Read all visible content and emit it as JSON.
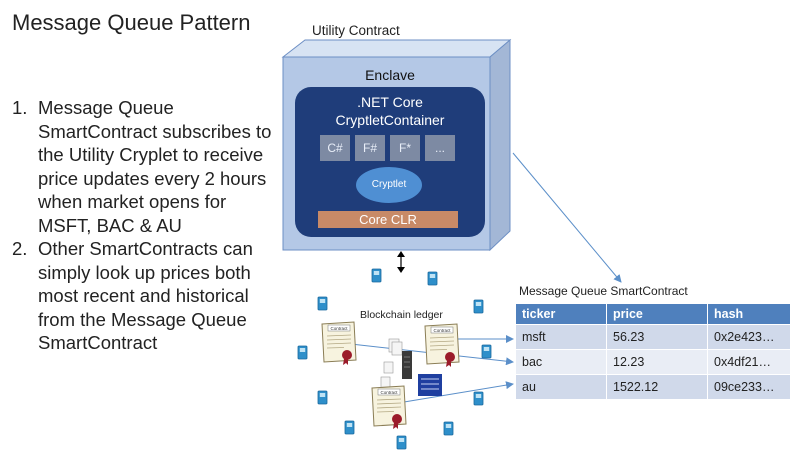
{
  "title": "Message Queue Pattern",
  "steps": [
    {
      "num": "1.",
      "text": "Message Queue SmartContract subscribes to the Utility Cryplet to receive price updates every 2 hours when market opens for MSFT, BAC & AU"
    },
    {
      "num": "2.",
      "text": "Other SmartContracts can simply look up prices both most recent and historical from the Message Queue SmartContract"
    }
  ],
  "utility_contract": {
    "label": "Utility Contract",
    "enclave_label": "Enclave",
    "container_line1": ".NET Core",
    "container_line2": "CryptletContainer",
    "languages": [
      "C#",
      "F#",
      "F*",
      "..."
    ],
    "cryptlet_label": "Cryptlet",
    "core_clr_label": "Core CLR"
  },
  "ledger": {
    "label": "Blockchain ledger",
    "contract_word": "Contract"
  },
  "message_queue": {
    "label": "Message Queue  SmartContract",
    "headers": [
      "ticker",
      "price",
      "hash"
    ],
    "rows": [
      [
        "msft",
        "56.23",
        "0x2e423…"
      ],
      [
        "bac",
        "12.23",
        "0x4df21…"
      ],
      [
        "au",
        "1522.12",
        "09ce233…"
      ]
    ]
  },
  "colors": {
    "cube_front": "#b4c8e6",
    "cube_side": "#a3b7d6",
    "container_fill": "#1f3d7a",
    "table_header": "#4f80bd",
    "arrow": "#5b8fc9",
    "node": "#2e8fca"
  }
}
